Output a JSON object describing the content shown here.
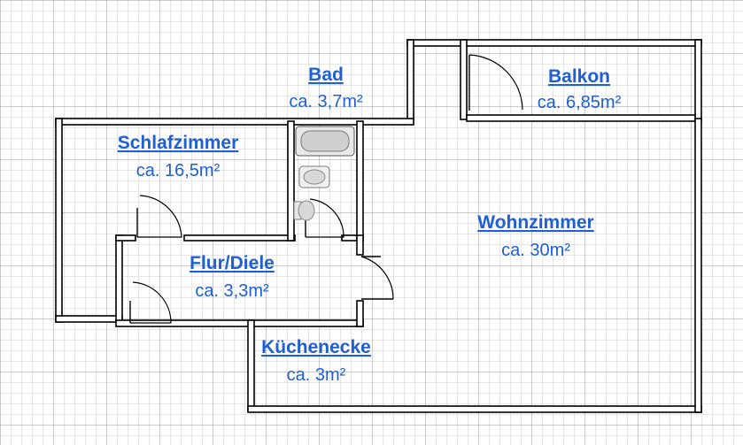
{
  "colors": {
    "label": "#1f5fd6",
    "grid_minor": "#cfcfcf",
    "grid_major": "#9a9a9a",
    "wall": "#000000"
  },
  "rooms": {
    "bad": {
      "name": "Bad",
      "area": "ca. 3,7m²"
    },
    "balkon": {
      "name": "Balkon",
      "area": "ca. 6,85m²"
    },
    "schlafzimmer": {
      "name": "Schlafzimmer",
      "area": "ca. 16,5m²"
    },
    "wohnzimmer": {
      "name": "Wohnzimmer",
      "area": "ca. 30m²"
    },
    "flur": {
      "name": "Flur/Diele",
      "area": "ca. 3,3m²"
    },
    "kueche": {
      "name": "Küchenecke",
      "area": "ca. 3m²"
    }
  },
  "fixtures": [
    "bathtub-icon",
    "sink-icon",
    "toilet-icon"
  ]
}
